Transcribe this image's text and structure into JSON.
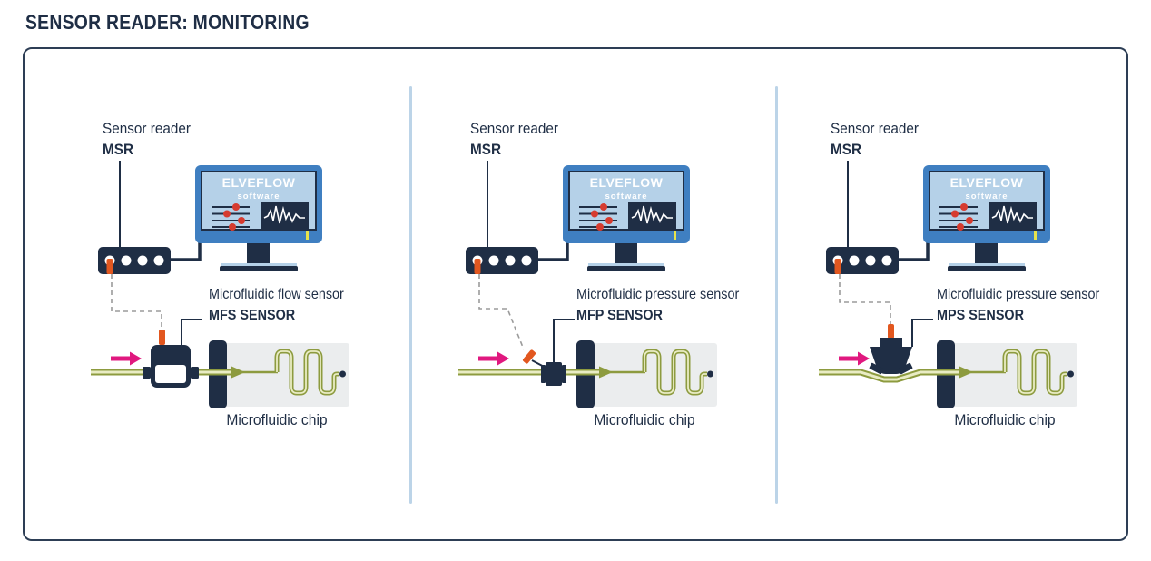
{
  "title": "SENSOR READER: MONITORING",
  "monitor": {
    "brand": "ELVEFLOW",
    "subtitle": "software"
  },
  "panels": [
    {
      "reader_label": "Sensor reader",
      "reader_code": "MSR",
      "sensor_label": "Microfluidic flow sensor",
      "sensor_code": "MFS SENSOR",
      "chip_label": "Microfluidic chip"
    },
    {
      "reader_label": "Sensor reader",
      "reader_code": "MSR",
      "sensor_label": "Microfluidic pressure sensor",
      "sensor_code": "MFP SENSOR",
      "chip_label": "Microfluidic chip"
    },
    {
      "reader_label": "Sensor reader",
      "reader_code": "MSR",
      "sensor_label": "Microfluidic pressure sensor",
      "sensor_code": "MPS SENSOR",
      "chip_label": "Microfluidic chip"
    }
  ],
  "icons": {
    "sliders": "slider-controls-icon",
    "waveform": "waveform-chart-icon",
    "flow_arrow": "flow-direction-arrow"
  },
  "colors": {
    "navy": "#1f2e45",
    "frame_blue": "#3f7fc1",
    "screen_blue": "#b5d1e8",
    "red_dot": "#d63b2f",
    "orange": "#e2571f",
    "magenta": "#e0187f",
    "tube_olive": "#8d9b3f",
    "tube_light": "#e9ecc4",
    "chip_gray": "#ebedee",
    "separator_blue": "#bcd4e8",
    "yellow_tick": "#e7e34b",
    "dashed_gray": "#9b9b9b"
  }
}
